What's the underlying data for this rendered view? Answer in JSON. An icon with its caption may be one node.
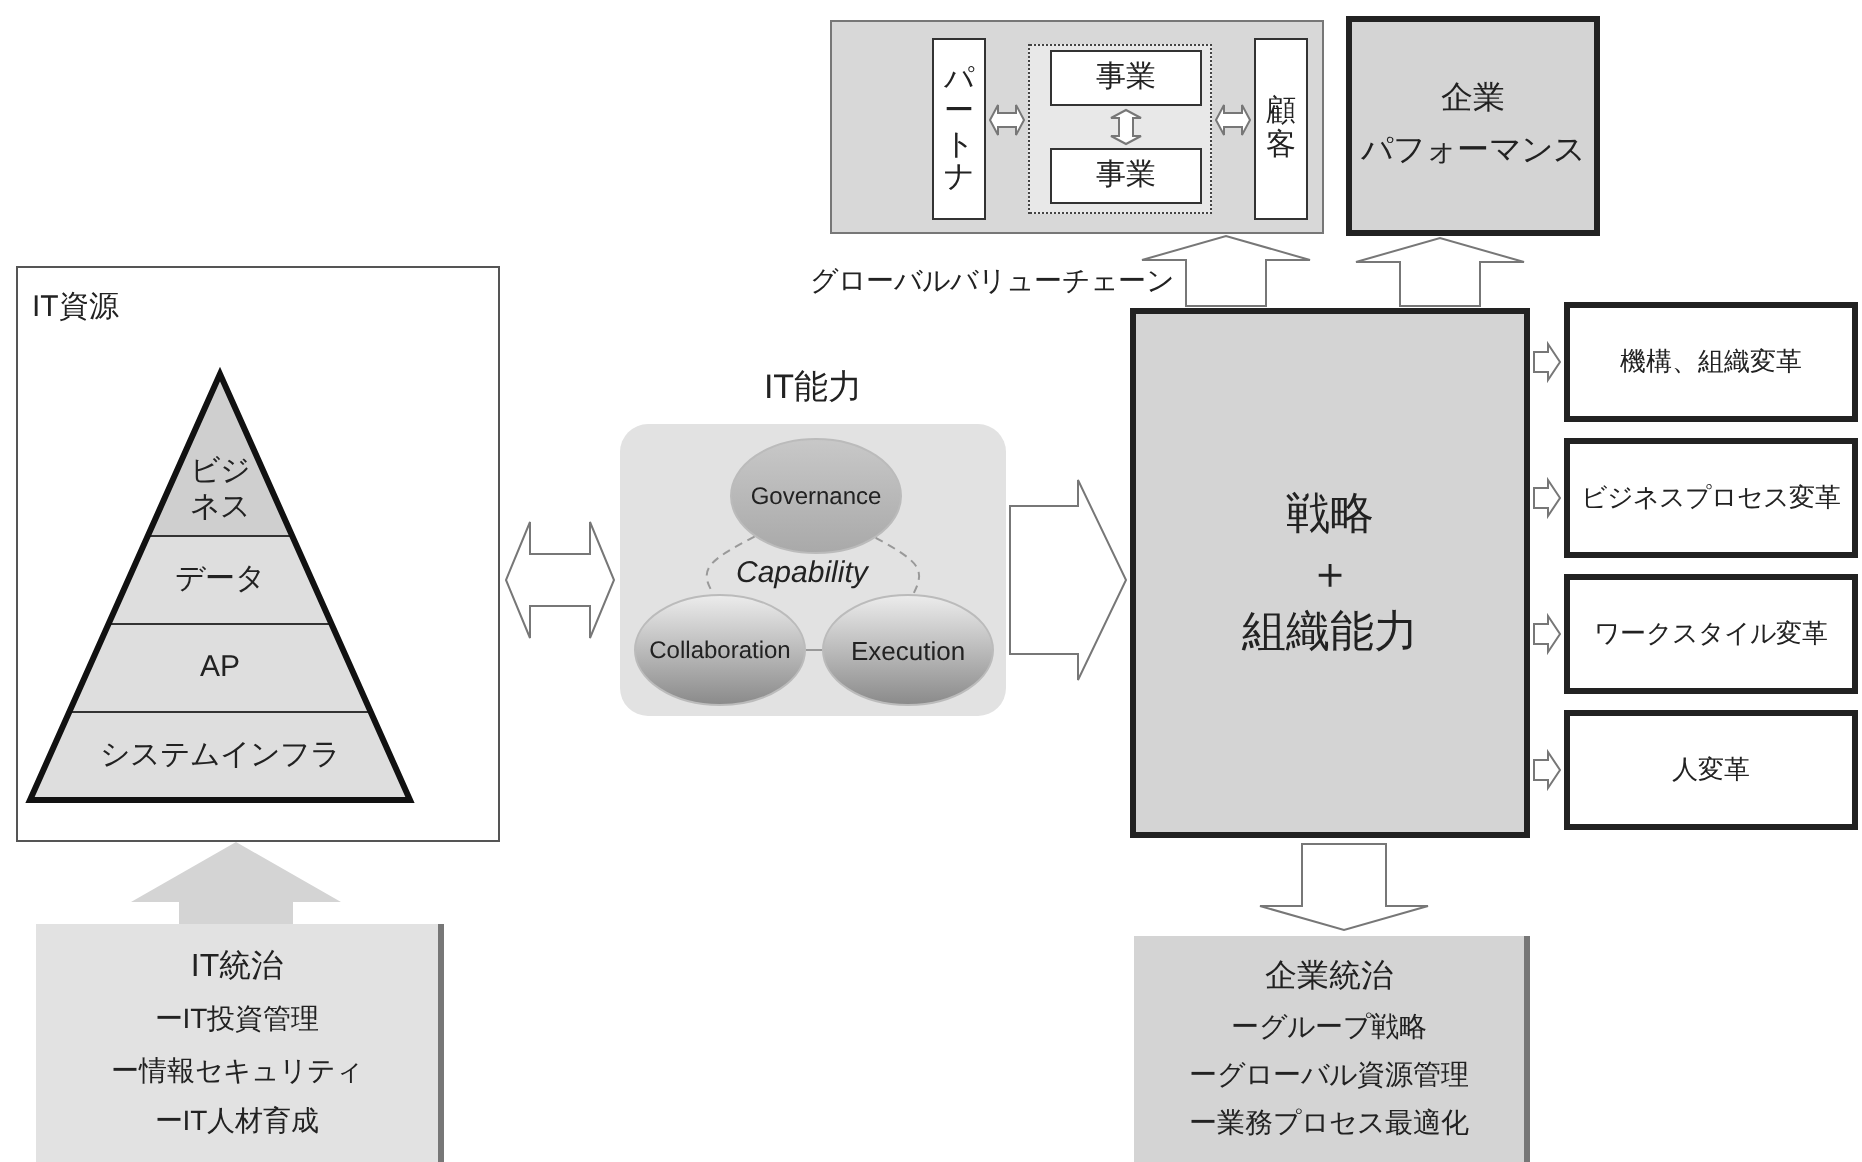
{
  "diagram": {
    "nodes": [
      {
        "text": [
          "IT資源"
        ]
      },
      {
        "text": [
          "ビジネス"
        ],
        "in": 0
      },
      {
        "text": [
          "データ"
        ],
        "in": 0
      },
      {
        "text": [
          "AP"
        ],
        "in": 0
      },
      {
        "text": [
          "システムインフラ"
        ],
        "in": 0
      },
      {
        "text": [
          "IT統治",
          "ーIT投資管理",
          "ー情報セキュリティ",
          "ーIT人材育成"
        ]
      },
      {
        "text": [
          "IT能力",
          "Capability"
        ]
      },
      {
        "text": [
          "Governance"
        ],
        "in": 6
      },
      {
        "text": [
          "Collaboration"
        ],
        "in": 6
      },
      {
        "text": [
          "Execution"
        ],
        "in": 6
      },
      {
        "text": [
          "戦略",
          "＋",
          "組織能力"
        ]
      },
      {
        "text": [],
        "shape": "box"
      },
      {
        "text": [
          "パートナ"
        ],
        "in": 11
      },
      {
        "text": [],
        "shape": "box",
        "in": 11
      },
      {
        "text": [
          "事業"
        ],
        "in": 13
      },
      {
        "text": [
          "事業"
        ],
        "in": 13
      },
      {
        "text": [
          "顧客"
        ],
        "in": 11
      },
      {
        "text": [
          "企業",
          "パフォーマンス"
        ]
      },
      {
        "text": [
          "機構、組織変革"
        ]
      },
      {
        "text": [
          "ビジネスプロセス変革"
        ]
      },
      {
        "text": [
          "ワークスタイル変革"
        ]
      },
      {
        "text": [
          "人変革"
        ]
      },
      {
        "text": [
          "企業統治",
          "ーグループ戦略",
          "ーグローバル資源管理",
          "ー業務プロセス最適化"
        ]
      }
    ],
    "edges": [
      {
        "from": 0,
        "to": 6,
        "arrow": "both"
      },
      {
        "from": 6,
        "to": 10,
        "arrow": "to"
      },
      {
        "from": 5,
        "to": 0,
        "arrow": "to",
        "color": "#d4d4d4"
      },
      {
        "from": 10,
        "to": 11,
        "arrow": "to"
      },
      {
        "from": 10,
        "to": 17,
        "arrow": "to"
      },
      {
        "from": 10,
        "to": 18,
        "arrow": "to"
      },
      {
        "from": 10,
        "to": 19,
        "arrow": "to"
      },
      {
        "from": 10,
        "to": 20,
        "arrow": "to"
      },
      {
        "from": 10,
        "to": 21,
        "arrow": "to"
      },
      {
        "from": 10,
        "to": 22,
        "arrow": "to"
      },
      {
        "from": 12,
        "to": 13,
        "arrow": "both"
      },
      {
        "from": 13,
        "to": 16,
        "arrow": "both"
      },
      {
        "from": 14,
        "to": 15,
        "arrow": "both"
      },
      {
        "from": 7,
        "to": 8,
        "arrow": "none",
        "style": "dashed"
      },
      {
        "from": 7,
        "to": 9,
        "arrow": "none",
        "style": "dashed"
      },
      {
        "from": 8,
        "to": 9,
        "arrow": "none"
      }
    ],
    "labels": [
      "グローバルバリューチェーン"
    ]
  }
}
